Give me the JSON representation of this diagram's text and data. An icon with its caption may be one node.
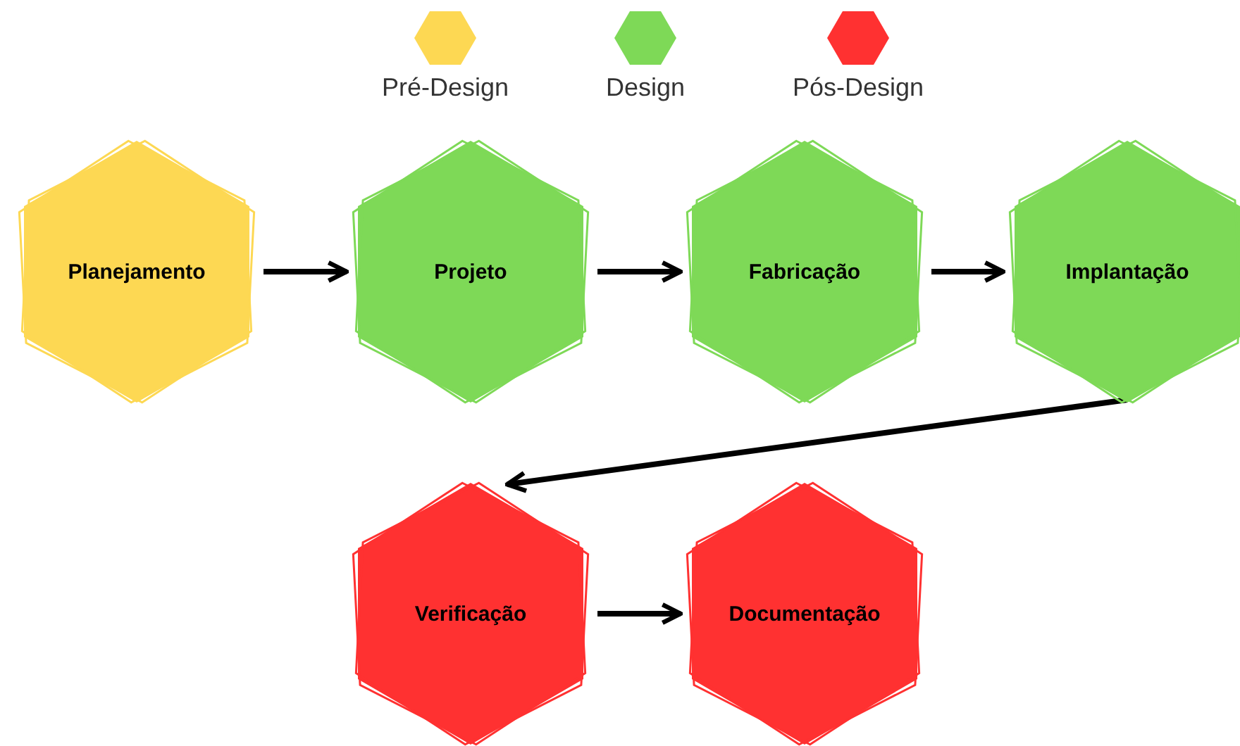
{
  "diagram": {
    "nodes": [
      {
        "text": [
          "Planejamento"
        ]
      },
      {
        "text": [
          "Projeto"
        ]
      },
      {
        "text": [
          "Fabricação"
        ]
      },
      {
        "text": [
          "Implantação"
        ]
      },
      {
        "text": [
          "Verificação"
        ]
      },
      {
        "text": [
          "Documentação"
        ]
      }
    ],
    "edges": [
      {
        "from": 0,
        "to": 1,
        "arrow": "to"
      },
      {
        "from": 1,
        "to": 2,
        "arrow": "to"
      },
      {
        "from": 2,
        "to": 3,
        "arrow": "to"
      },
      {
        "from": 3,
        "to": 4,
        "arrow": "to"
      },
      {
        "from": 4,
        "to": 5,
        "arrow": "to"
      }
    ],
    "legend": [
      {
        "text": "Pré-Design",
        "color": "#fdd853"
      },
      {
        "text": "Design",
        "color": "#7ed957"
      },
      {
        "text": "Pós-Design",
        "color": "#ff3131"
      }
    ]
  }
}
